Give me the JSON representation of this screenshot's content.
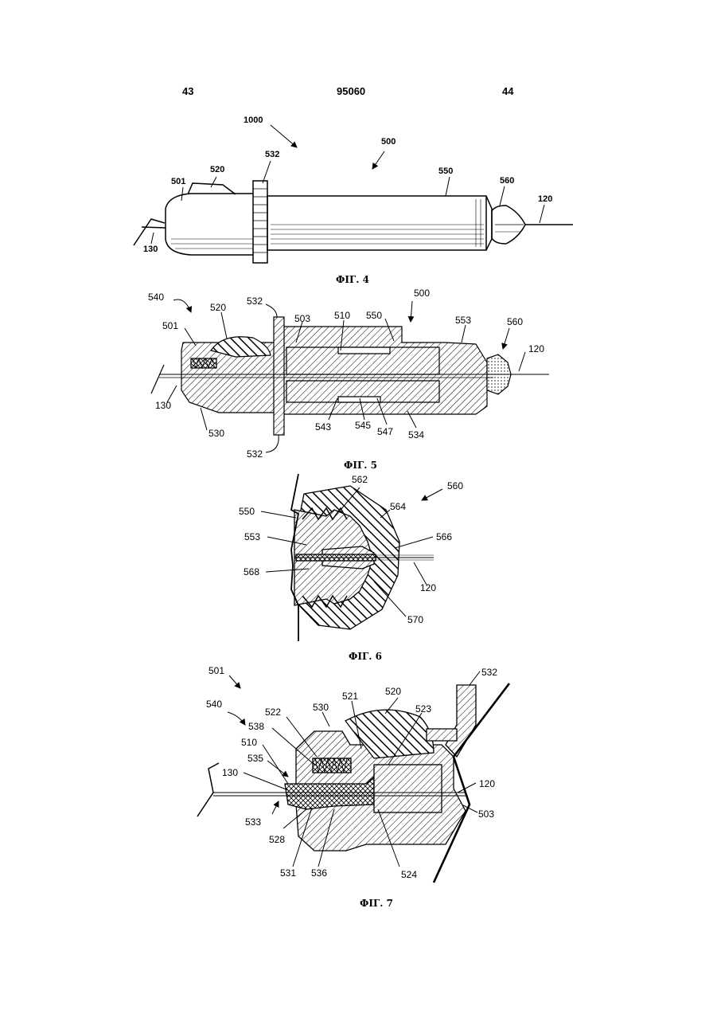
{
  "header": {
    "left_col": "43",
    "patent_no": "95060",
    "right_col": "44"
  },
  "fig4": {
    "caption": "ФІГ. 4",
    "labels": {
      "l1000": "1000",
      "l500": "500",
      "l501": "501",
      "l520": "520",
      "l532": "532",
      "l550": "550",
      "l560": "560",
      "l120": "120",
      "l130": "130"
    }
  },
  "fig5": {
    "caption": "ФІГ. 5",
    "labels": {
      "l540": "540",
      "l520": "520",
      "l532a": "532",
      "l500": "500",
      "l501": "501",
      "l503": "503",
      "l510": "510",
      "l550": "550",
      "l553": "553",
      "l560": "560",
      "l120": "120",
      "l130": "130",
      "l530": "530",
      "l543": "543",
      "l545": "545",
      "l547": "547",
      "l534": "534",
      "l532b": "532"
    }
  },
  "fig6": {
    "caption": "ФІГ. 6",
    "labels": {
      "l562": "562",
      "l560": "560",
      "l550": "550",
      "l564": "564",
      "l553": "553",
      "l566": "566",
      "l568": "568",
      "l120": "120",
      "l570": "570"
    }
  },
  "fig7": {
    "caption": "ФІГ. 7",
    "labels": {
      "l501": "501",
      "l532": "532",
      "l521": "521",
      "l520": "520",
      "l540": "540",
      "l530": "530",
      "l523": "523",
      "l522": "522",
      "l538": "538",
      "l510": "510",
      "l535": "535",
      "l130": "130",
      "l120": "120",
      "l533": "533",
      "l503": "503",
      "l528": "528",
      "l531": "531",
      "l536": "536",
      "l524": "524"
    }
  }
}
